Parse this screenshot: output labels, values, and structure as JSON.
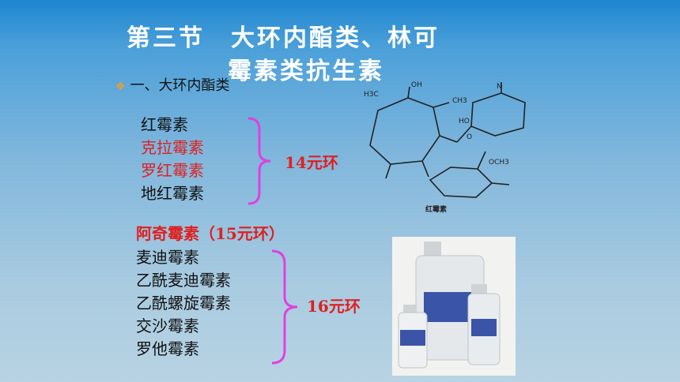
{
  "slide": {
    "title_line1": "第三节　大环内酯类、林可",
    "title_line2": "霉素类抗生素",
    "subtitle": "一、大环内酯类",
    "group1": [
      "红霉素",
      "克拉霉素",
      "罗红霉素",
      "地红霉素"
    ],
    "group1_ring": "14元环",
    "solo": "阿奇霉素（15元环）",
    "group2": [
      "麦迪霉素",
      "乙酰麦迪霉素",
      "乙酰螺旋霉素",
      "交沙霉素",
      "罗他霉素"
    ],
    "group2_ring": "16元环",
    "structure_caption": "红霉素",
    "structure_labels": [
      "H3C",
      "OH",
      "CH3",
      "N",
      "HO",
      "O",
      "OCH3"
    ]
  },
  "colors": {
    "title": "#ffffff",
    "highlight": "#e02020",
    "brace": "#e040e0"
  }
}
